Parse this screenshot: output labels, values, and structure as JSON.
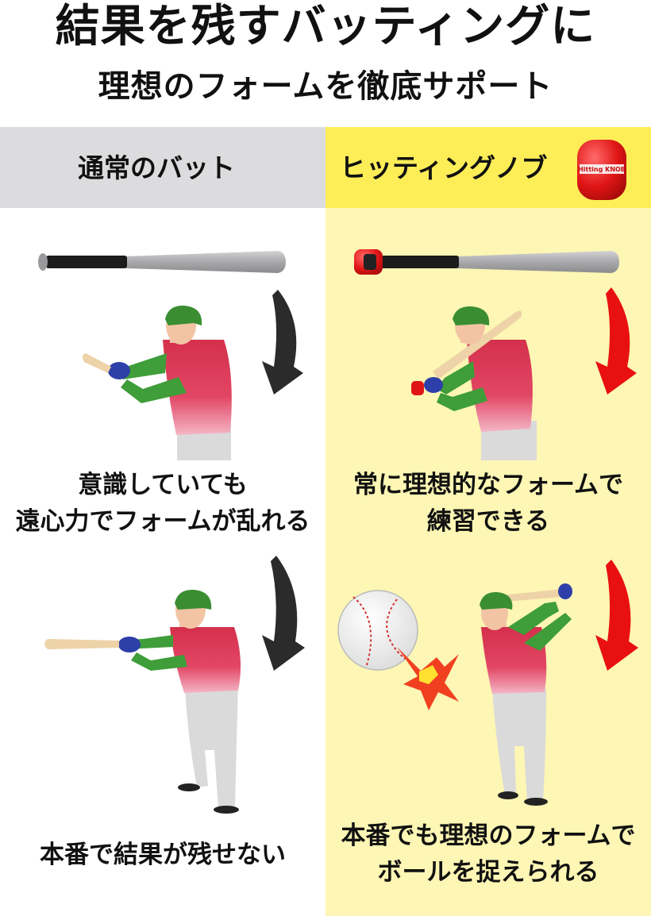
{
  "title_main": "結果を残すバッティングに",
  "title_sub": "理想のフォームを徹底サポート",
  "left": {
    "header": "通常のバット",
    "caption1_line1": "意識していても",
    "caption1_line2": "遠心力でフォームが乱れる",
    "caption2": "本番で結果が残せない"
  },
  "right": {
    "header": "ヒッティングノブ",
    "product_label": "Hitting KNOB",
    "caption1_line1": "常に理想的なフォームで",
    "caption1_line2": "練習できる",
    "caption2_line1": "本番でも理想のフォームで",
    "caption2_line2": "ボールを捉えられる"
  },
  "colors": {
    "header_left_bg": "#dcdcde",
    "header_right_bg": "#fdee58",
    "column_right_bg": "#fdf6b4",
    "arrow_left": "#2b2b2b",
    "arrow_right": "#e81010"
  }
}
